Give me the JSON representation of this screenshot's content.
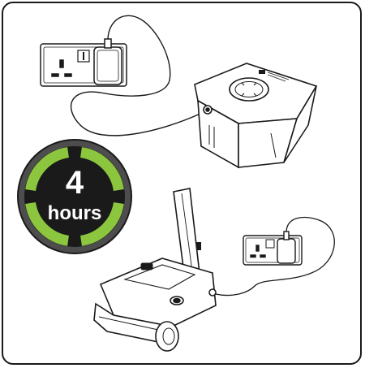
{
  "badge": {
    "number": "4",
    "unit": "hours"
  },
  "colors": {
    "accent_green": "#8cc63f",
    "badge_dark": "#1a1a1a",
    "badge_ring": "#4d4d4d",
    "outline": "#1a1a1a"
  },
  "icons": [
    "wall-socket-icon",
    "charger-plug-icon",
    "battery-pack-icon",
    "vacuum-cleaner-icon",
    "charging-time-badge"
  ]
}
